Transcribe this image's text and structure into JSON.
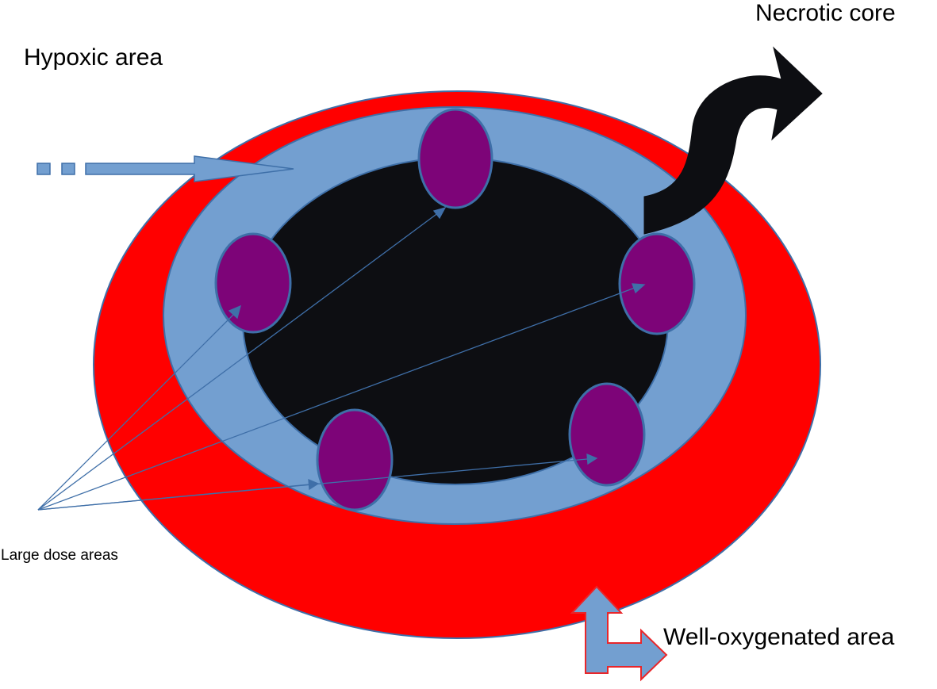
{
  "labels": {
    "necrotic_core": "Necrotic core",
    "hypoxic_area": "Hypoxic area",
    "large_dose_areas": "Large dose areas",
    "well_oxygenated_area": "Well-oxygenated area"
  },
  "colors": {
    "well_oxygenated_ring": "#ff0000",
    "hypoxic_ring": "#739fd0",
    "necrotic_core": "#0d0e12",
    "large_dose_spot": "#7d0478",
    "spot_outline": "#3e6fa8",
    "pointer_line": "#3f6fa8",
    "curved_arrow": "#0d0e12",
    "hypoxic_arrow": "#739fd0",
    "well_oxygenated_arrow_fill": "#739fd0",
    "well_oxygenated_arrow_outline": "#e8262a"
  },
  "large_dose_spot_count": 5
}
